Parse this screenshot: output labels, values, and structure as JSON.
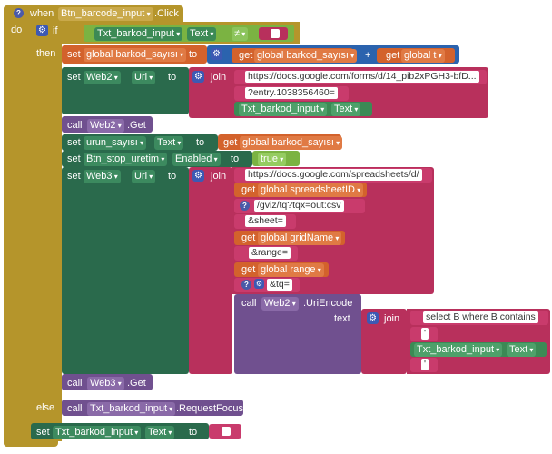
{
  "event": {
    "when": "when",
    "component": "Btn_barcode_input",
    "event": ".Click",
    "do": "do"
  },
  "if_block": {
    "if": "if",
    "then": "then",
    "else": "else",
    "condition": {
      "component": "Txt_barkod_input",
      "prop": "Text",
      "op": "≠"
    }
  },
  "set1": {
    "set": "set",
    "var": "global barkod_sayısı",
    "to": "to",
    "get1": "get",
    "var1": "global barkod_sayısı",
    "plus": "+",
    "get2": "get",
    "var2": "global t"
  },
  "set2": {
    "set": "set",
    "comp": "Web2",
    "prop": "Url",
    "to": "to",
    "join": "join",
    "s1": "https://docs.google.com/forms/d/14_pib2xPGH3-bfD...",
    "s2": "?entry.1038356460=",
    "c3": "Txt_barkod_input",
    "p3": "Text"
  },
  "call1": {
    "call": "call",
    "comp": "Web2",
    "method": ".Get"
  },
  "set3": {
    "set": "set",
    "comp": "urun_sayısı",
    "prop": "Text",
    "to": "to",
    "get": "get",
    "var": "global barkod_sayısı"
  },
  "set4": {
    "set": "set",
    "comp": "Btn_stop_uretim",
    "prop": "Enabled",
    "to": "to",
    "value": "true"
  },
  "set5": {
    "set": "set",
    "comp": "Web3",
    "prop": "Url",
    "to": "to",
    "join": "join",
    "s1": "https://docs.google.com/spreadsheets/d/",
    "g2": "get",
    "v2": "global spreadsheetID",
    "s3": "/gviz/tq?tqx=out:csv",
    "s4": "&sheet=",
    "g5": "get",
    "v5": "global gridName",
    "s6": "&range=",
    "g7": "get",
    "v7": "global range",
    "s8": "&tq=",
    "call": "call",
    "ccomp": "Web2",
    "cmethod": ".UriEncode",
    "text": "text",
    "join2": "join",
    "js1": "select B where B contains",
    "js2": "'",
    "jc3": "Txt_barkod_input",
    "jp3": "Text",
    "js4": "'"
  },
  "call2": {
    "call": "call",
    "comp": "Web3",
    "method": ".Get"
  },
  "else_call": {
    "call": "call",
    "comp": "Txt_barkod_input",
    "method": ".RequestFocus"
  },
  "set6": {
    "set": "set",
    "comp": "Txt_barkod_input",
    "prop": "Text",
    "to": "to"
  }
}
